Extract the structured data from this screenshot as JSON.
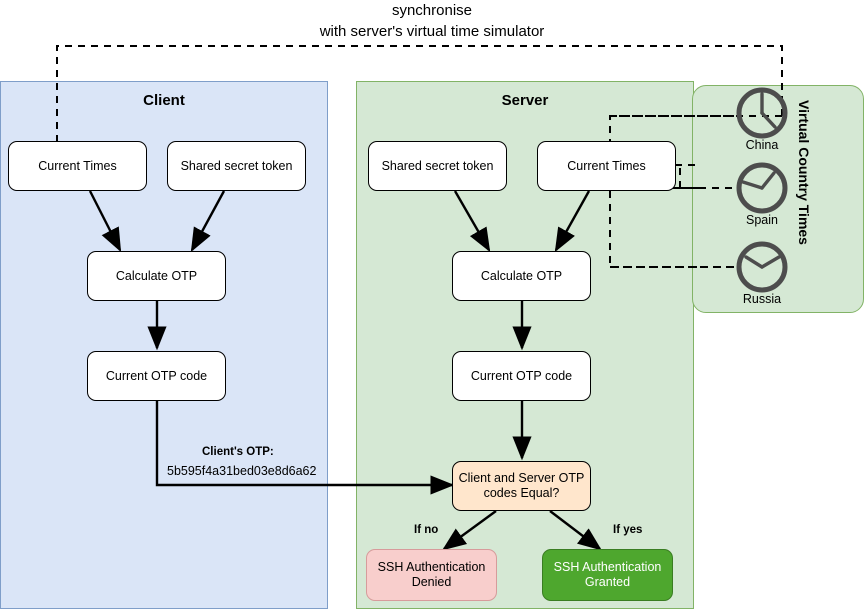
{
  "diagram": {
    "caption_line1": "synchronise",
    "caption_line2": "with server's virtual time simulator"
  },
  "client_panel": {
    "title": "Client",
    "fill": "#dae5f7",
    "stroke": "#7f9ec9",
    "nodes": [
      {
        "id": "client-current-times",
        "label": "Current Times"
      },
      {
        "id": "client-shared-secret",
        "label": "Shared secret token"
      },
      {
        "id": "client-calculate-otp",
        "label": "Calculate OTP"
      },
      {
        "id": "client-current-otp-code",
        "label": "Current OTP code"
      }
    ],
    "otp_label": "Client's OTP:",
    "otp_value": "5b595f4a31bed03e8d6a62"
  },
  "server_panel": {
    "title": "Server",
    "fill": "#d5e8d4",
    "stroke": "#82b366",
    "nodes": [
      {
        "id": "server-shared-secret",
        "label": "Shared secret token"
      },
      {
        "id": "server-current-times",
        "label": "Current Times"
      },
      {
        "id": "server-calculate-otp",
        "label": "Calculate OTP"
      },
      {
        "id": "server-current-otp-code",
        "label": "Current OTP code"
      }
    ],
    "decision": {
      "label_line1": "Client and Server OTP",
      "label_line2": "codes Equal?",
      "fill": "#ffe6cc",
      "stroke": "#d79b00"
    },
    "branches": [
      {
        "id": "branch-no",
        "label": "If no"
      },
      {
        "id": "branch-yes",
        "label": "If yes"
      }
    ],
    "outcomes": [
      {
        "id": "ssh-denied",
        "line1": "SSH Authentication",
        "line2": "Denied",
        "fill": "#f8cecc",
        "stroke": "#d79b9b",
        "text_color": "#000000"
      },
      {
        "id": "ssh-granted",
        "line1": "SSH Authentication",
        "line2": "Granted",
        "fill": "#4ea72e",
        "stroke": "#3a7d22",
        "text_color": "#ffffff"
      }
    ]
  },
  "virtual_times_panel": {
    "title": "Virtual Country Times",
    "fill": "#d5e8d4",
    "stroke": "#82b366",
    "clocks": [
      {
        "id": "clock-china",
        "name": "China",
        "hour_angle": 130,
        "minute_angle": 0
      },
      {
        "id": "clock-spain",
        "name": "Spain",
        "hour_angle": 38,
        "minute_angle": 255
      },
      {
        "id": "clock-russia",
        "name": "Russia",
        "hour_angle": 130,
        "minute_angle": 232
      }
    ],
    "clock_color": "#4d4d4d"
  }
}
